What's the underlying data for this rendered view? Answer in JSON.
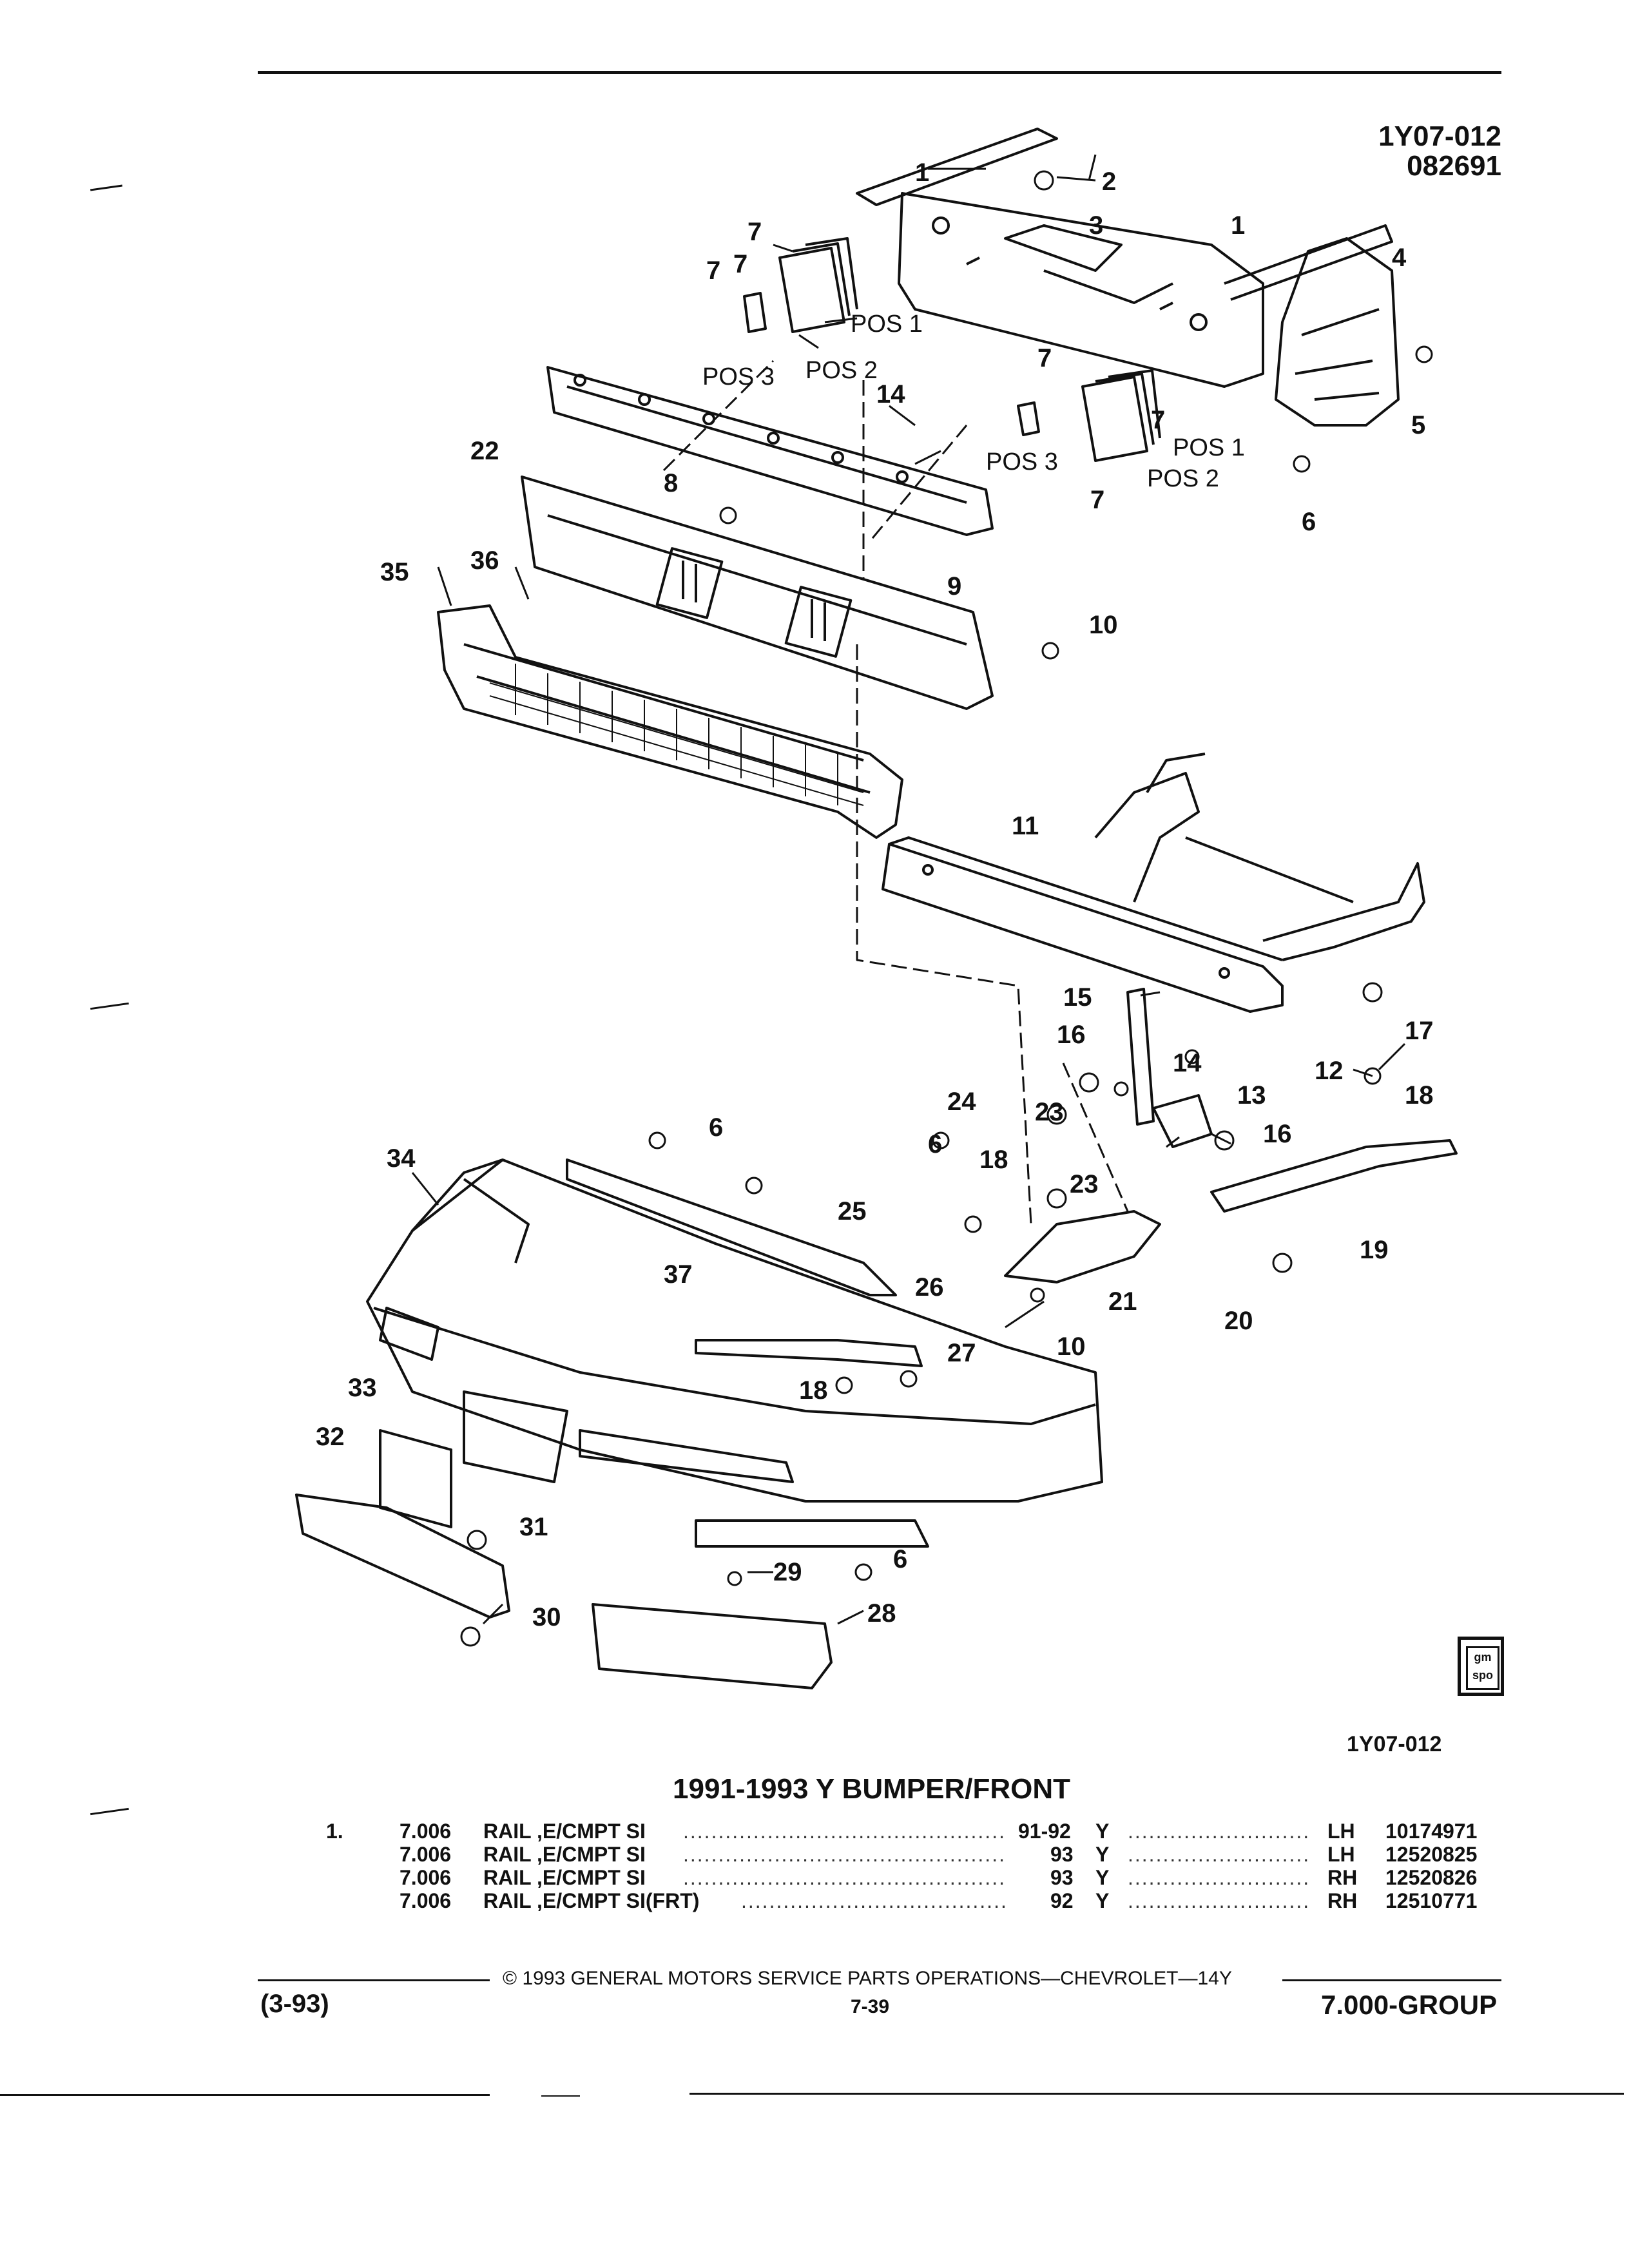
{
  "header": {
    "illustration_code": "1Y07-012",
    "date_code": "082691"
  },
  "diagram": {
    "callouts": [
      "1",
      "2",
      "3",
      "1",
      "4",
      "5",
      "6",
      "7",
      "7",
      "7",
      "7",
      "7",
      "7",
      "8",
      "9",
      "10",
      "11",
      "12",
      "13",
      "14",
      "14",
      "15",
      "16",
      "16",
      "17",
      "18",
      "18",
      "18",
      "19",
      "20",
      "21",
      "22",
      "23",
      "23",
      "24",
      "25",
      "26",
      "27",
      "28",
      "29",
      "30",
      "31",
      "32",
      "33",
      "34",
      "35",
      "36",
      "37",
      "6",
      "6",
      "6",
      "10"
    ],
    "position_labels": [
      "POS 1",
      "POS 2",
      "POS 3",
      "POS 1",
      "POS 2",
      "POS 3"
    ]
  },
  "figure_code": "1Y07-012",
  "section": {
    "title": "1991-1993 Y BUMPER/FRONT",
    "item_number": "1.",
    "rows": [
      {
        "group": "7.006",
        "desc": "RAIL ,E/CMPT SI",
        "years": "91-92",
        "series": "Y",
        "side": "LH",
        "part": "10174971"
      },
      {
        "group": "7.006",
        "desc": "RAIL ,E/CMPT SI",
        "years": "93",
        "series": "Y",
        "side": "LH",
        "part": "12520825"
      },
      {
        "group": "7.006",
        "desc": "RAIL ,E/CMPT SI",
        "years": "93",
        "series": "Y",
        "side": "RH",
        "part": "12520826"
      },
      {
        "group": "7.006",
        "desc": "RAIL ,E/CMPT SI(FRT)",
        "years": "92",
        "series": "Y",
        "side": "RH",
        "part": "12510771"
      }
    ]
  },
  "footer": {
    "copyright": "© 1993 GENERAL MOTORS SERVICE PARTS OPERATIONS—CHEVROLET—14Y",
    "date": "(3-93)",
    "page": "7-39",
    "group": "7.000-GROUP"
  },
  "logo": {
    "icon": "gm-spo-logo-icon",
    "text": "gm spo"
  }
}
